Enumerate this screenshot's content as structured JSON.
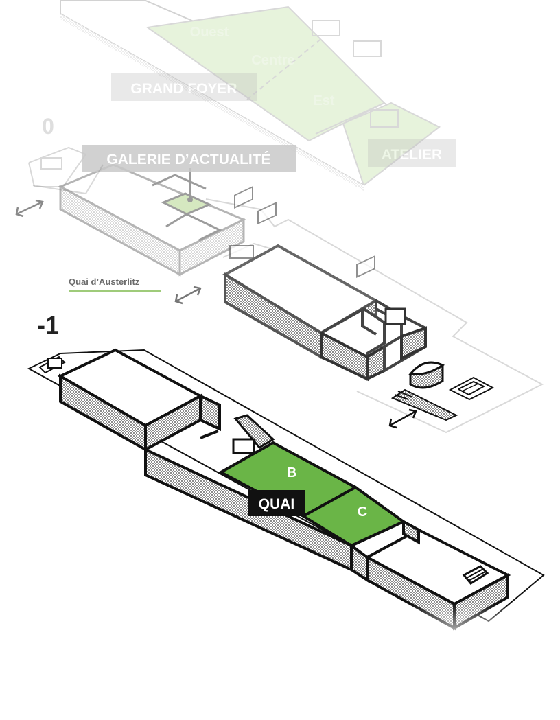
{
  "levels": {
    "upper": "0",
    "lower": "-1"
  },
  "ground_floor": {
    "grand_foyer": "GRAND FOYER",
    "zone_ouest": "Ouest",
    "zone_centre": "Centre",
    "zone_est": "Est",
    "atelier": "ATELIER",
    "galerie": "GALERIE D’ACTUALITÉ"
  },
  "street": {
    "name": "Quai d’Austerlitz"
  },
  "basement": {
    "quai": "QUAI",
    "zone_b": "B",
    "zone_c": "C"
  },
  "colors": {
    "accent_green": "#6ab547",
    "light_green": "#c6e0a8",
    "street_line": "#9fcb7a",
    "label_dark": "#111111",
    "label_grey": "#c9c9c9"
  }
}
